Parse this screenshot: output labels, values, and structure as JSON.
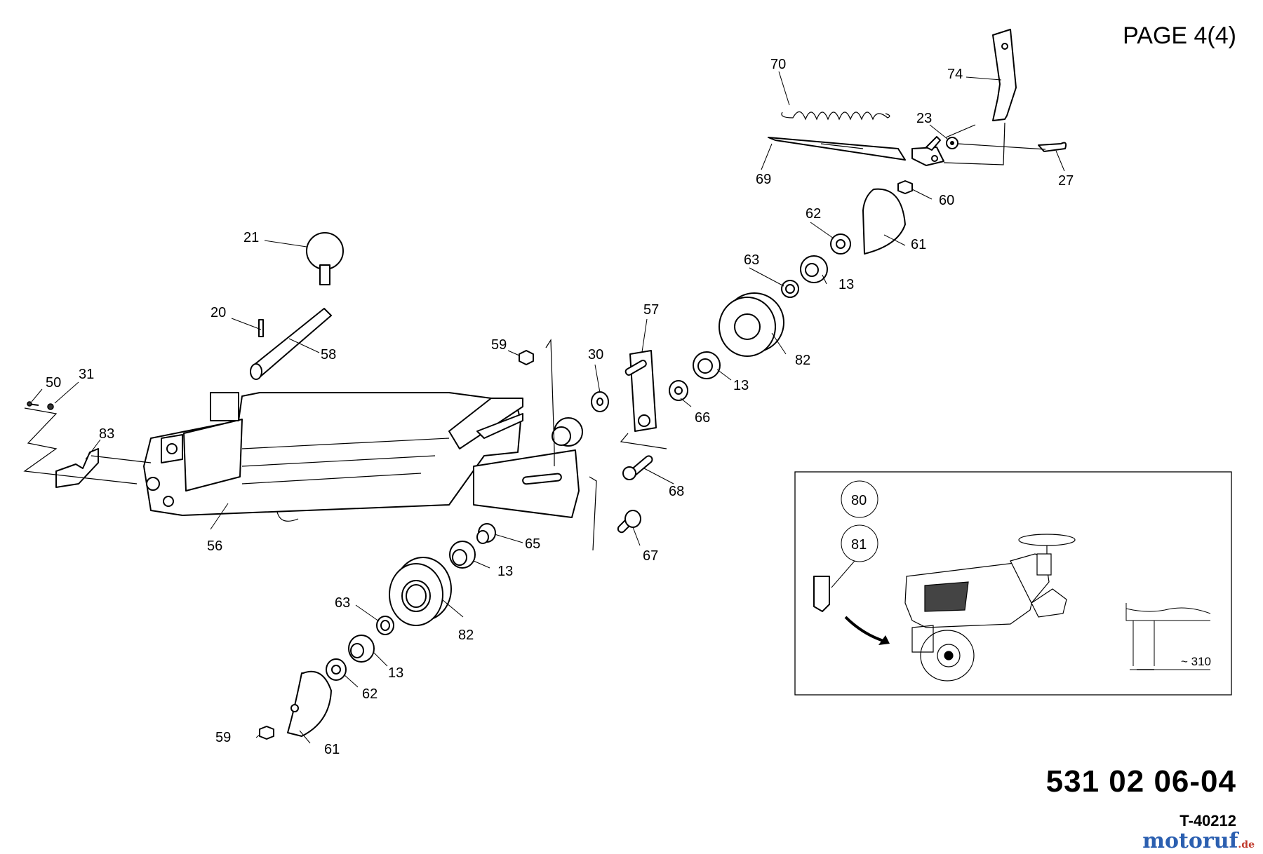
{
  "page_label": "PAGE 4(4)",
  "document_number": "531 02 06-04",
  "document_code": "T-40212",
  "watermark": {
    "text": "motoruf",
    "domain": ".de"
  },
  "callouts": {
    "c21": "21",
    "c20": "20",
    "c58": "58",
    "c50": "50",
    "c31": "31",
    "c83": "83",
    "c56": "56",
    "c59a": "59",
    "c59b": "59",
    "c30": "30",
    "c57": "57",
    "c66": "66",
    "c68": "68",
    "c67": "67",
    "c65": "65",
    "c13a": "13",
    "c13b": "13",
    "c13c": "13",
    "c13d": "13",
    "c63a": "63",
    "c63b": "63",
    "c82a": "82",
    "c82b": "82",
    "c62a": "62",
    "c62b": "62",
    "c61a": "61",
    "c61b": "61",
    "c60": "60",
    "c69": "69",
    "c70": "70",
    "c74": "74",
    "c23": "23",
    "c27": "27"
  },
  "inset": {
    "callout_top": "80",
    "callout_bottom": "81",
    "dimension": "~ 310"
  }
}
